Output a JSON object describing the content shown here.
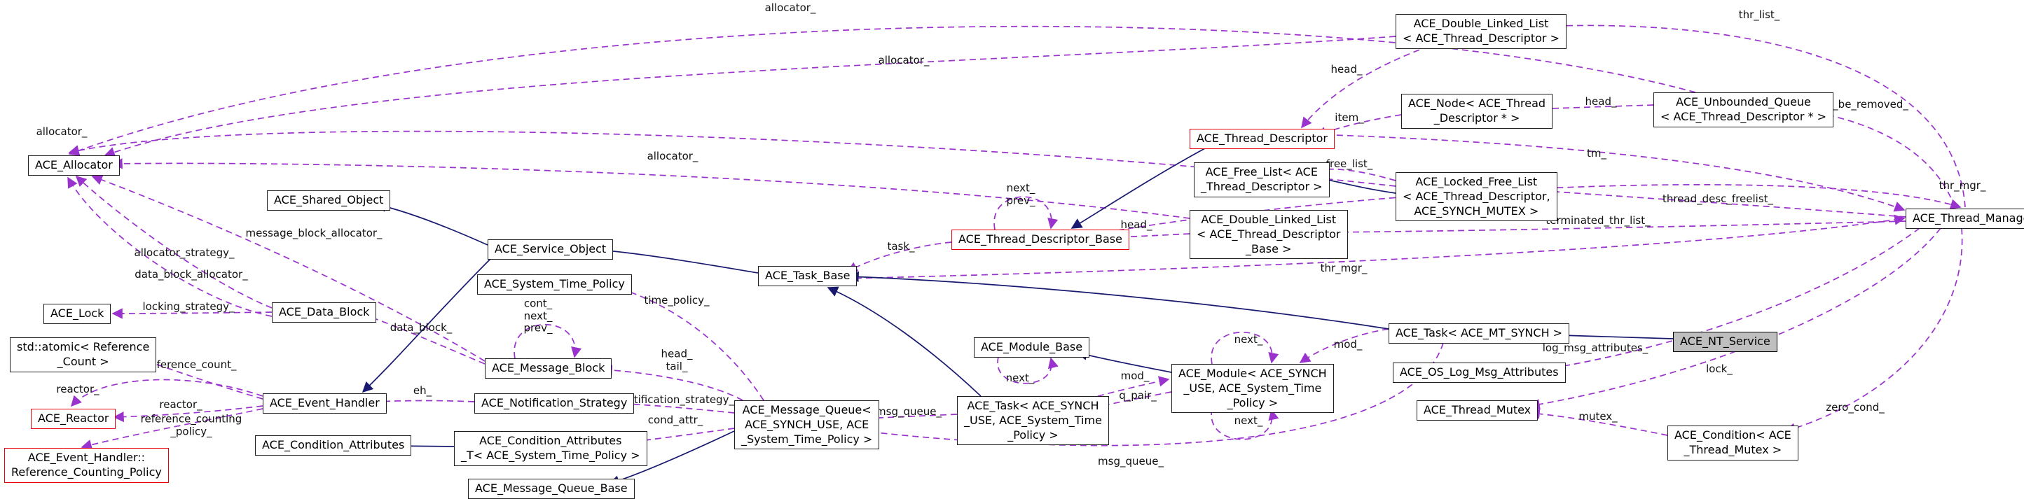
{
  "diagram": {
    "type": "class-collaboration-graph",
    "colors": {
      "usage_edge": "#9a32cd",
      "inheritance_edge": "#191970",
      "node_border": "#1f1f1f",
      "highlight_border": "#e8000d",
      "selected_fill": "#bfbfbf",
      "background": "#ffffff"
    },
    "nodes": [
      {
        "id": "allocator",
        "label": "ACE_Allocator",
        "style": "normal"
      },
      {
        "id": "shared-object",
        "label": "ACE_Shared_Object",
        "style": "normal"
      },
      {
        "id": "lock",
        "label": "ACE_Lock",
        "style": "normal"
      },
      {
        "id": "atomic-reference-count",
        "label": "std::atomic< Reference\n_Count >",
        "style": "normal"
      },
      {
        "id": "reactor",
        "label": "ACE_Reactor",
        "style": "highlight"
      },
      {
        "id": "eh-reference-counting-policy",
        "label": "ACE_Event_Handler::\nReference_Counting_Policy",
        "style": "highlight"
      },
      {
        "id": "data-block",
        "label": "ACE_Data_Block",
        "style": "normal"
      },
      {
        "id": "event-handler",
        "label": "ACE_Event_Handler",
        "style": "normal"
      },
      {
        "id": "condition-attributes",
        "label": "ACE_Condition_Attributes",
        "style": "normal"
      },
      {
        "id": "service-object",
        "label": "ACE_Service_Object",
        "style": "normal"
      },
      {
        "id": "system-time-policy",
        "label": "ACE_System_Time_Policy",
        "style": "normal"
      },
      {
        "id": "message-block",
        "label": "ACE_Message_Block",
        "style": "normal"
      },
      {
        "id": "notification-strategy",
        "label": "ACE_Notification_Strategy",
        "style": "normal"
      },
      {
        "id": "condition-attributes-t",
        "label": "ACE_Condition_Attributes\n_T< ACE_System_Time_Policy >",
        "style": "normal"
      },
      {
        "id": "message-queue-base",
        "label": "ACE_Message_Queue_Base",
        "style": "normal"
      },
      {
        "id": "task-base",
        "label": "ACE_Task_Base",
        "style": "normal"
      },
      {
        "id": "message-queue",
        "label": "ACE_Message_Queue<\nACE_SYNCH_USE, ACE\n_System_Time_Policy >",
        "style": "normal"
      },
      {
        "id": "thread-descriptor-base",
        "label": "ACE_Thread_Descriptor_Base",
        "style": "highlight"
      },
      {
        "id": "module-base",
        "label": "ACE_Module_Base",
        "style": "normal"
      },
      {
        "id": "task-synch",
        "label": "ACE_Task< ACE_SYNCH\n_USE, ACE_System_Time\n_Policy >",
        "style": "normal"
      },
      {
        "id": "dll-thread-descriptor",
        "label": "ACE_Double_Linked_List\n< ACE_Thread_Descriptor >",
        "style": "normal"
      },
      {
        "id": "node-thread-descriptor",
        "label": "ACE_Node< ACE_Thread\n_Descriptor * >",
        "style": "normal"
      },
      {
        "id": "thread-descriptor",
        "label": "ACE_Thread_Descriptor",
        "style": "highlight"
      },
      {
        "id": "free-list",
        "label": "ACE_Free_List< ACE\n_Thread_Descriptor >",
        "style": "normal"
      },
      {
        "id": "dll-thread-descriptor-base",
        "label": "ACE_Double_Linked_List\n< ACE_Thread_Descriptor\n_Base >",
        "style": "normal"
      },
      {
        "id": "locked-free-list",
        "label": "ACE_Locked_Free_List\n< ACE_Thread_Descriptor,\nACE_SYNCH_MUTEX >",
        "style": "normal"
      },
      {
        "id": "unbounded-queue",
        "label": "ACE_Unbounded_Queue\n< ACE_Thread_Descriptor * >",
        "style": "normal"
      },
      {
        "id": "module",
        "label": "ACE_Module< ACE_SYNCH\n_USE, ACE_System_Time\n_Policy >",
        "style": "normal"
      },
      {
        "id": "task-mt-synch",
        "label": "ACE_Task< ACE_MT_SYNCH >",
        "style": "normal"
      },
      {
        "id": "os-log-msg-attributes",
        "label": "ACE_OS_Log_Msg_Attributes",
        "style": "normal"
      },
      {
        "id": "nt-service",
        "label": "ACE_NT_Service",
        "style": "selected"
      },
      {
        "id": "thread-mutex",
        "label": "ACE_Thread_Mutex",
        "style": "normal"
      },
      {
        "id": "condition-thread-mutex",
        "label": "ACE_Condition< ACE\n_Thread_Mutex >",
        "style": "normal"
      },
      {
        "id": "thread-manager",
        "label": "ACE_Thread_Manager",
        "style": "normal"
      }
    ],
    "edges": [
      {
        "label": "allocator_",
        "from": "unbounded-queue",
        "to": "allocator"
      },
      {
        "label": "thr_list_",
        "from": "thread-manager",
        "to": "dll-thread-descriptor"
      },
      {
        "label": "allocator_",
        "from": "dll-thread-descriptor",
        "to": "allocator"
      },
      {
        "label": "head_",
        "from": "dll-thread-descriptor",
        "to": "thread-descriptor"
      },
      {
        "label": "head_",
        "from": "unbounded-queue",
        "to": "node-thread-descriptor"
      },
      {
        "label": "thr_to_be_removed_",
        "from": "thread-manager",
        "to": "unbounded-queue"
      },
      {
        "label": "item_",
        "from": "node-thread-descriptor",
        "to": "thread-descriptor"
      },
      {
        "label": "allocator_",
        "from": "locked-free-list",
        "to": "allocator"
      },
      {
        "label": "tm_",
        "from": "thread-descriptor",
        "to": "thread-manager"
      },
      {
        "label": "free_list_",
        "from": "locked-free-list",
        "to": "free-list"
      },
      {
        "label": "allocator_",
        "from": "dll-thread-descriptor-base",
        "to": "allocator"
      },
      {
        "label": "thr_mgr_",
        "from": "thread-descriptor-base",
        "to": "thread-manager"
      },
      {
        "label": "thread_desc_freelist_",
        "from": "thread-manager",
        "to": "locked-free-list"
      },
      {
        "label": "next_\nprev_",
        "from": "thread-descriptor-base",
        "to": "thread-descriptor-base"
      },
      {
        "label": "terminated_thr_list_",
        "from": "thread-manager",
        "to": "dll-thread-descriptor-base"
      },
      {
        "label": "head_",
        "from": "dll-thread-descriptor-base",
        "to": "thread-descriptor-base"
      },
      {
        "label": "task_",
        "from": "thread-descriptor-base",
        "to": "task-base"
      },
      {
        "label": "message_block_allocator_",
        "from": "message-block",
        "to": "allocator"
      },
      {
        "label": "thr_mgr_",
        "from": "task-base",
        "to": "thread-manager"
      },
      {
        "label": "allocator_strategy_",
        "from": "data-block",
        "to": "allocator"
      },
      {
        "label": "data_block_allocator_",
        "from": "data-block",
        "to": "allocator"
      },
      {
        "label": "time_policy_",
        "from": "message-queue",
        "to": "system-time-policy"
      },
      {
        "label": "locking_strategy_",
        "from": "data-block",
        "to": "lock"
      },
      {
        "label": "cont_\nnext_\nprev_",
        "from": "message-block",
        "to": "message-block"
      },
      {
        "label": "data_block_",
        "from": "message-block",
        "to": "data-block"
      },
      {
        "label": "next_",
        "from": "module",
        "to": "module"
      },
      {
        "label": "mod_",
        "from": "task-mt-synch",
        "to": "module"
      },
      {
        "label": "log_msg_attributes_",
        "from": "thread-manager",
        "to": "os-log-msg-attributes"
      },
      {
        "label": "reference_count_",
        "from": "event-handler",
        "to": "atomic-reference-count"
      },
      {
        "label": "head_\ntail_",
        "from": "message-queue",
        "to": "message-block"
      },
      {
        "label": "lock_",
        "from": "thread-manager",
        "to": "thread-mutex"
      },
      {
        "label": "eh_",
        "from": "notification-strategy",
        "to": "event-handler"
      },
      {
        "label": "reactor_",
        "from": "event-handler",
        "to": "reactor"
      },
      {
        "label": "reactor_",
        "from": "event-handler",
        "to": "reactor"
      },
      {
        "label": "next_",
        "from": "module-base",
        "to": "module-base"
      },
      {
        "label": "mod_",
        "from": "task-synch",
        "to": "module"
      },
      {
        "label": "q_pair_",
        "from": "module",
        "to": "task-synch"
      },
      {
        "label": "notification_strategy_",
        "from": "message-queue",
        "to": "notification-strategy"
      },
      {
        "label": "msg_queue_",
        "from": "task-synch",
        "to": "message-queue"
      },
      {
        "label": "next_",
        "from": "module",
        "to": "module"
      },
      {
        "label": "mutex_",
        "from": "condition-thread-mutex",
        "to": "thread-mutex"
      },
      {
        "label": "zero_cond_",
        "from": "thread-manager",
        "to": "condition-thread-mutex"
      },
      {
        "label": "reference_counting\n_policy_",
        "from": "event-handler",
        "to": "eh-reference-counting-policy"
      },
      {
        "label": "cond_attr_",
        "from": "message-queue",
        "to": "condition-attributes-t"
      },
      {
        "label": "msg_queue_",
        "from": "task-mt-synch",
        "to": "message-queue"
      }
    ],
    "inheritance_edges": [
      {
        "from": "service-object",
        "to": "shared-object"
      },
      {
        "from": "service-object",
        "to": "event-handler"
      },
      {
        "from": "task-base",
        "to": "service-object"
      },
      {
        "from": "task-synch",
        "to": "task-base"
      },
      {
        "from": "task-mt-synch",
        "to": "task-base"
      },
      {
        "from": "thread-descriptor",
        "to": "thread-descriptor-base"
      },
      {
        "from": "nt-service",
        "to": "task-mt-synch"
      },
      {
        "from": "message-queue",
        "to": "message-queue-base"
      },
      {
        "from": "module",
        "to": "module-base"
      },
      {
        "from": "locked-free-list",
        "to": "free-list"
      },
      {
        "from": "condition-attributes-t",
        "to": "condition-attributes"
      }
    ]
  }
}
